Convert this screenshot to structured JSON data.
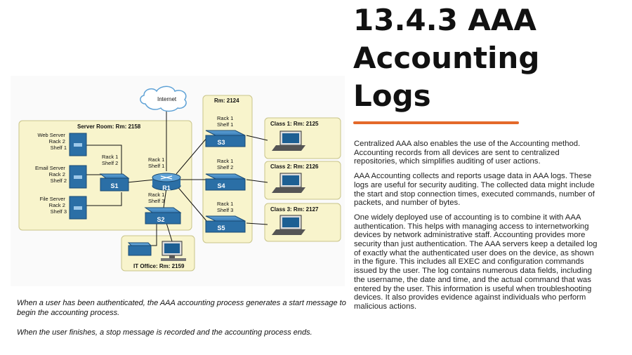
{
  "title": "13.4.3 AAA Accounting Logs",
  "colors": {
    "accent": "#e4692a",
    "room_fill": "#f8f4cc",
    "room_stroke": "#c9c48a",
    "device_blue": "#2b6fa6",
    "screen_blue": "#1d5f93"
  },
  "paragraphs": [
    "Centralized AAA also enables the use of the Accounting method. Accounting records from all devices are sent to centralized repositories, which simplifies auditing of user actions.",
    "AAA Accounting collects and reports usage data in AAA logs. These logs are useful for security auditing. The collected data might include the start and stop connection times, executed commands, number of packets, and number of bytes.",
    "One widely deployed use of accounting is to combine it with AAA authentication. This helps with managing access to internetworking devices by network administrative staff. Accounting provides more security than just authentication. The AAA servers keep a detailed log of exactly what the authenticated user does on the device, as shown in the figure. This includes all EXEC and configuration commands issued by the user. The log contains numerous data fields, including the username, the date and time, and the actual command that was entered by the user. This information is useful when troubleshooting devices. It also provides evidence against individuals who perform malicious actions."
  ],
  "caption": [
    "When a user has been authenticated, the AAA accounting process generates a start message to begin the accounting process.",
    "When the user finishes, a stop message is recorded and the accounting process ends."
  ],
  "diagram": {
    "internet": "Internet",
    "server_room": "Server Room: Rm: 2158",
    "servers": [
      {
        "name": "Web Server",
        "rack": "Rack 2",
        "shelf": "Shelf 1"
      },
      {
        "name": "Email Server",
        "rack": "Rack 2",
        "shelf": "Shelf 2"
      },
      {
        "name": "File Server",
        "rack": "Rack 2",
        "shelf": "Shelf 3"
      }
    ],
    "s1": {
      "name": "S1",
      "rack": "Rack 1",
      "shelf": "Shelf 2"
    },
    "r1": {
      "name": "R1",
      "rack": "Rack 1",
      "shelf": "Shelf 1"
    },
    "s2": {
      "name": "S2",
      "rack": "Rack 1",
      "shelf": "Shelf 3"
    },
    "it_office": "IT Office: Rm: 2159",
    "rm2124": "Rm: 2124",
    "right_switches": [
      {
        "name": "S3",
        "rack": "Rack 1",
        "shelf": "Shelf 1"
      },
      {
        "name": "S4",
        "rack": "Rack 1",
        "shelf": "Shelf 2"
      },
      {
        "name": "S5",
        "rack": "Rack 1",
        "shelf": "Shelf 3"
      }
    ],
    "classes": [
      "Class 1: Rm: 2125",
      "Class 2: Rm: 2126",
      "Class 3: Rm: 2127"
    ]
  }
}
